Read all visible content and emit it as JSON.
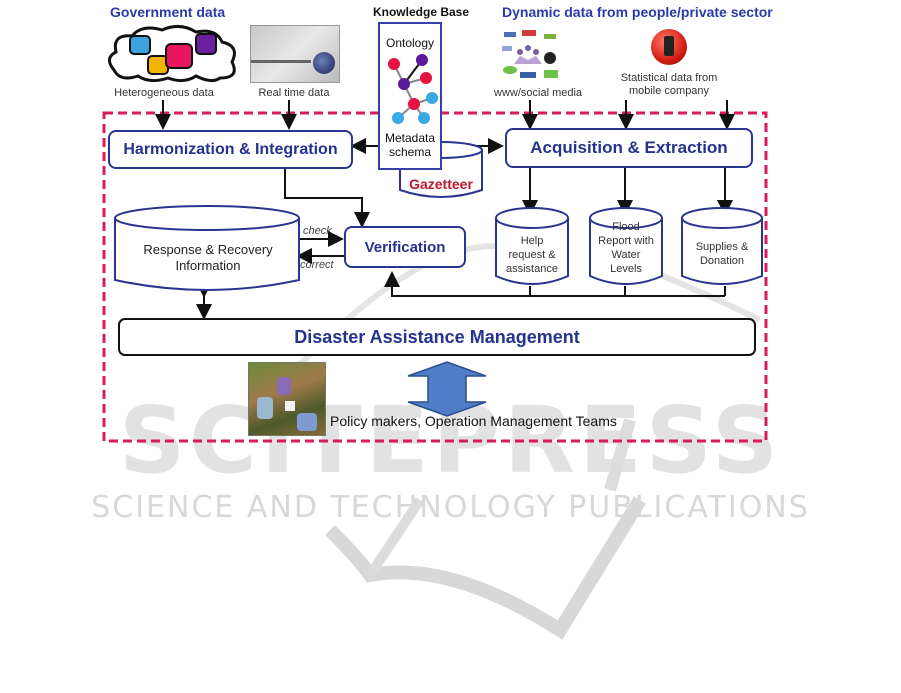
{
  "headers": {
    "government": "Government data",
    "knowledge_base": "Knowledge Base",
    "dynamic": "Dynamic data from people/private sector"
  },
  "sources": {
    "heterogeneous": "Heterogeneous data",
    "real_time": "Real time data",
    "social": "www/social media",
    "statistical_line1": "Statistical data from",
    "statistical_line2": "mobile company"
  },
  "knowledge_base": {
    "ontology": "Ontology",
    "metadata_line1": "Metadata",
    "metadata_line2": "schema",
    "gazetteer": "Gazetteer"
  },
  "process": {
    "harmonization": "Harmonization & Integration",
    "acquisition": "Acquisition & Extraction",
    "verification": "Verification",
    "check": "check",
    "correct": "correct",
    "response_line1": "Response & Recovery",
    "response_line2": "Information",
    "dam": "Disaster Assistance Management",
    "policy": "Policy makers, Operation Management Teams"
  },
  "stores": [
    {
      "lines": [
        "Help",
        "request &",
        "assistance"
      ]
    },
    {
      "lines": [
        "Flood",
        "Report with",
        "Water",
        "Levels"
      ]
    },
    {
      "lines": [
        "Supplies &",
        "Donation"
      ]
    }
  ],
  "watermark": {
    "big": "SCITEPRESS",
    "small": "SCIENCE AND TECHNOLOGY PUBLICATIONS"
  },
  "colors": {
    "header_blue": "#2b3aa8",
    "box_border": "#2a3590",
    "dashed_boundary": "#d81b60",
    "gazetteer_red": "#c0162d",
    "arrow_blue": "#4f7ec8"
  }
}
